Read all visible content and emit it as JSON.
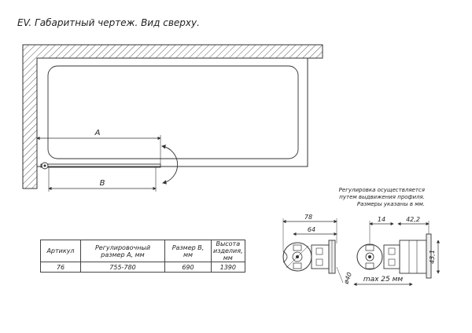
{
  "title": "EV. Габаритный чертеж. Вид сверху.",
  "plan": {
    "dim_a": "A",
    "dim_b": "B"
  },
  "note": {
    "line1": "Регулировка осуществляется",
    "line2": "путем выдвижения профиля.",
    "line3": "Размеры указаны в мм."
  },
  "detail_left": {
    "dim_total": "78",
    "dim_inner": "64",
    "dim_diameter": "ø40"
  },
  "detail_right": {
    "dim_left": "14",
    "dim_right": "42,2",
    "dim_height": "43,1",
    "dim_max": "max 25 мм"
  },
  "table": {
    "headers": [
      "Артикул",
      "Регулировочный размер А, мм",
      "Размер B, мм",
      "Высота изделия, мм"
    ],
    "row": [
      "76",
      "755-780",
      "690",
      "1390"
    ]
  }
}
